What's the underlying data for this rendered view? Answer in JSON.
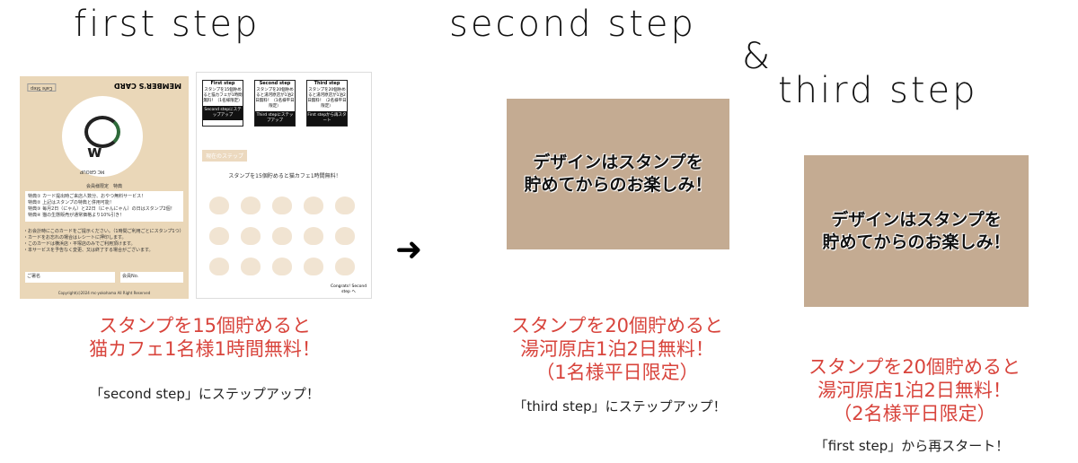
{
  "titles": {
    "first": "first step",
    "second": "second step",
    "amp": "&",
    "third": "third step"
  },
  "card_front": {
    "brand": "MEMBER'S CARD",
    "tag": "Cafe Step",
    "logo_text": "MC GROUP",
    "perks_title": "会員様限定　特典",
    "perks": [
      "特典① カード提出時ご来店人数分、おやつ無料サービス！",
      "特典② 上記はスタンプの特典と併用可能！",
      "特典③ 毎月2日（にゃん）と22日（にゃんにゃん）の日はスタンプ2個！",
      "特典④ 猫の生態販売が通常価格より10%引き！"
    ],
    "notes": [
      "・お会計時にこのカードをご提示ください。（1時間ご利用ごとにスタンプ1つ）",
      "・カードをお忘れの場合はレシートに押印します。",
      "・このカードは横浜店・平塚店のみでご利用頂けます。",
      "・本サービスを予告なく変更、又は終了する場合がございます。"
    ],
    "name_label": "ご署名",
    "member_label": "会員No.",
    "copyright": "Copyright(c)2024 mc-yokohama All Right Reserved"
  },
  "card_back": {
    "steps": [
      {
        "head": "First step",
        "body": "スタンプを15個貯めると猫カフェが1時間無料！（1名様限定）",
        "foot": "Second stepにステップアップ"
      },
      {
        "head": "Second step",
        "body": "スタンプを20個貯めると湯河原店が1泊2日無料！（1名様平日限定）",
        "foot": "Third stepにステップアップ"
      },
      {
        "head": "Third step",
        "body": "スタンプを20個貯めると湯河原店が1泊2日無料！（2名様平日限定）",
        "foot": "First stepから再スタート"
      }
    ],
    "current": "現在のステップ",
    "headline": "スタンプを15個貯めると猫カフェ1時間無料！",
    "congrats": "Congrats! Second step へ"
  },
  "boxes": {
    "placeholder": "デザインはスタンプを\n貯めてからのお楽しみ！"
  },
  "captions": [
    {
      "red": [
        "スタンプを15個貯めると",
        "猫カフェ1名様1時間無料！"
      ],
      "black": "「second step」にステップアップ！"
    },
    {
      "red": [
        "スタンプを20個貯めると",
        "湯河原店1泊2日無料！",
        "（1名様平日限定）"
      ],
      "black": "「third step」にステップアップ！"
    },
    {
      "red": [
        "スタンプを20個貯めると",
        "湯河原店1泊2日無料！",
        "（2名様平日限定）"
      ],
      "black": "「first step」から再スタート！"
    }
  ],
  "colors": {
    "red": "#d8443c",
    "box": "#c4ab92",
    "card": "#ead7b8"
  }
}
